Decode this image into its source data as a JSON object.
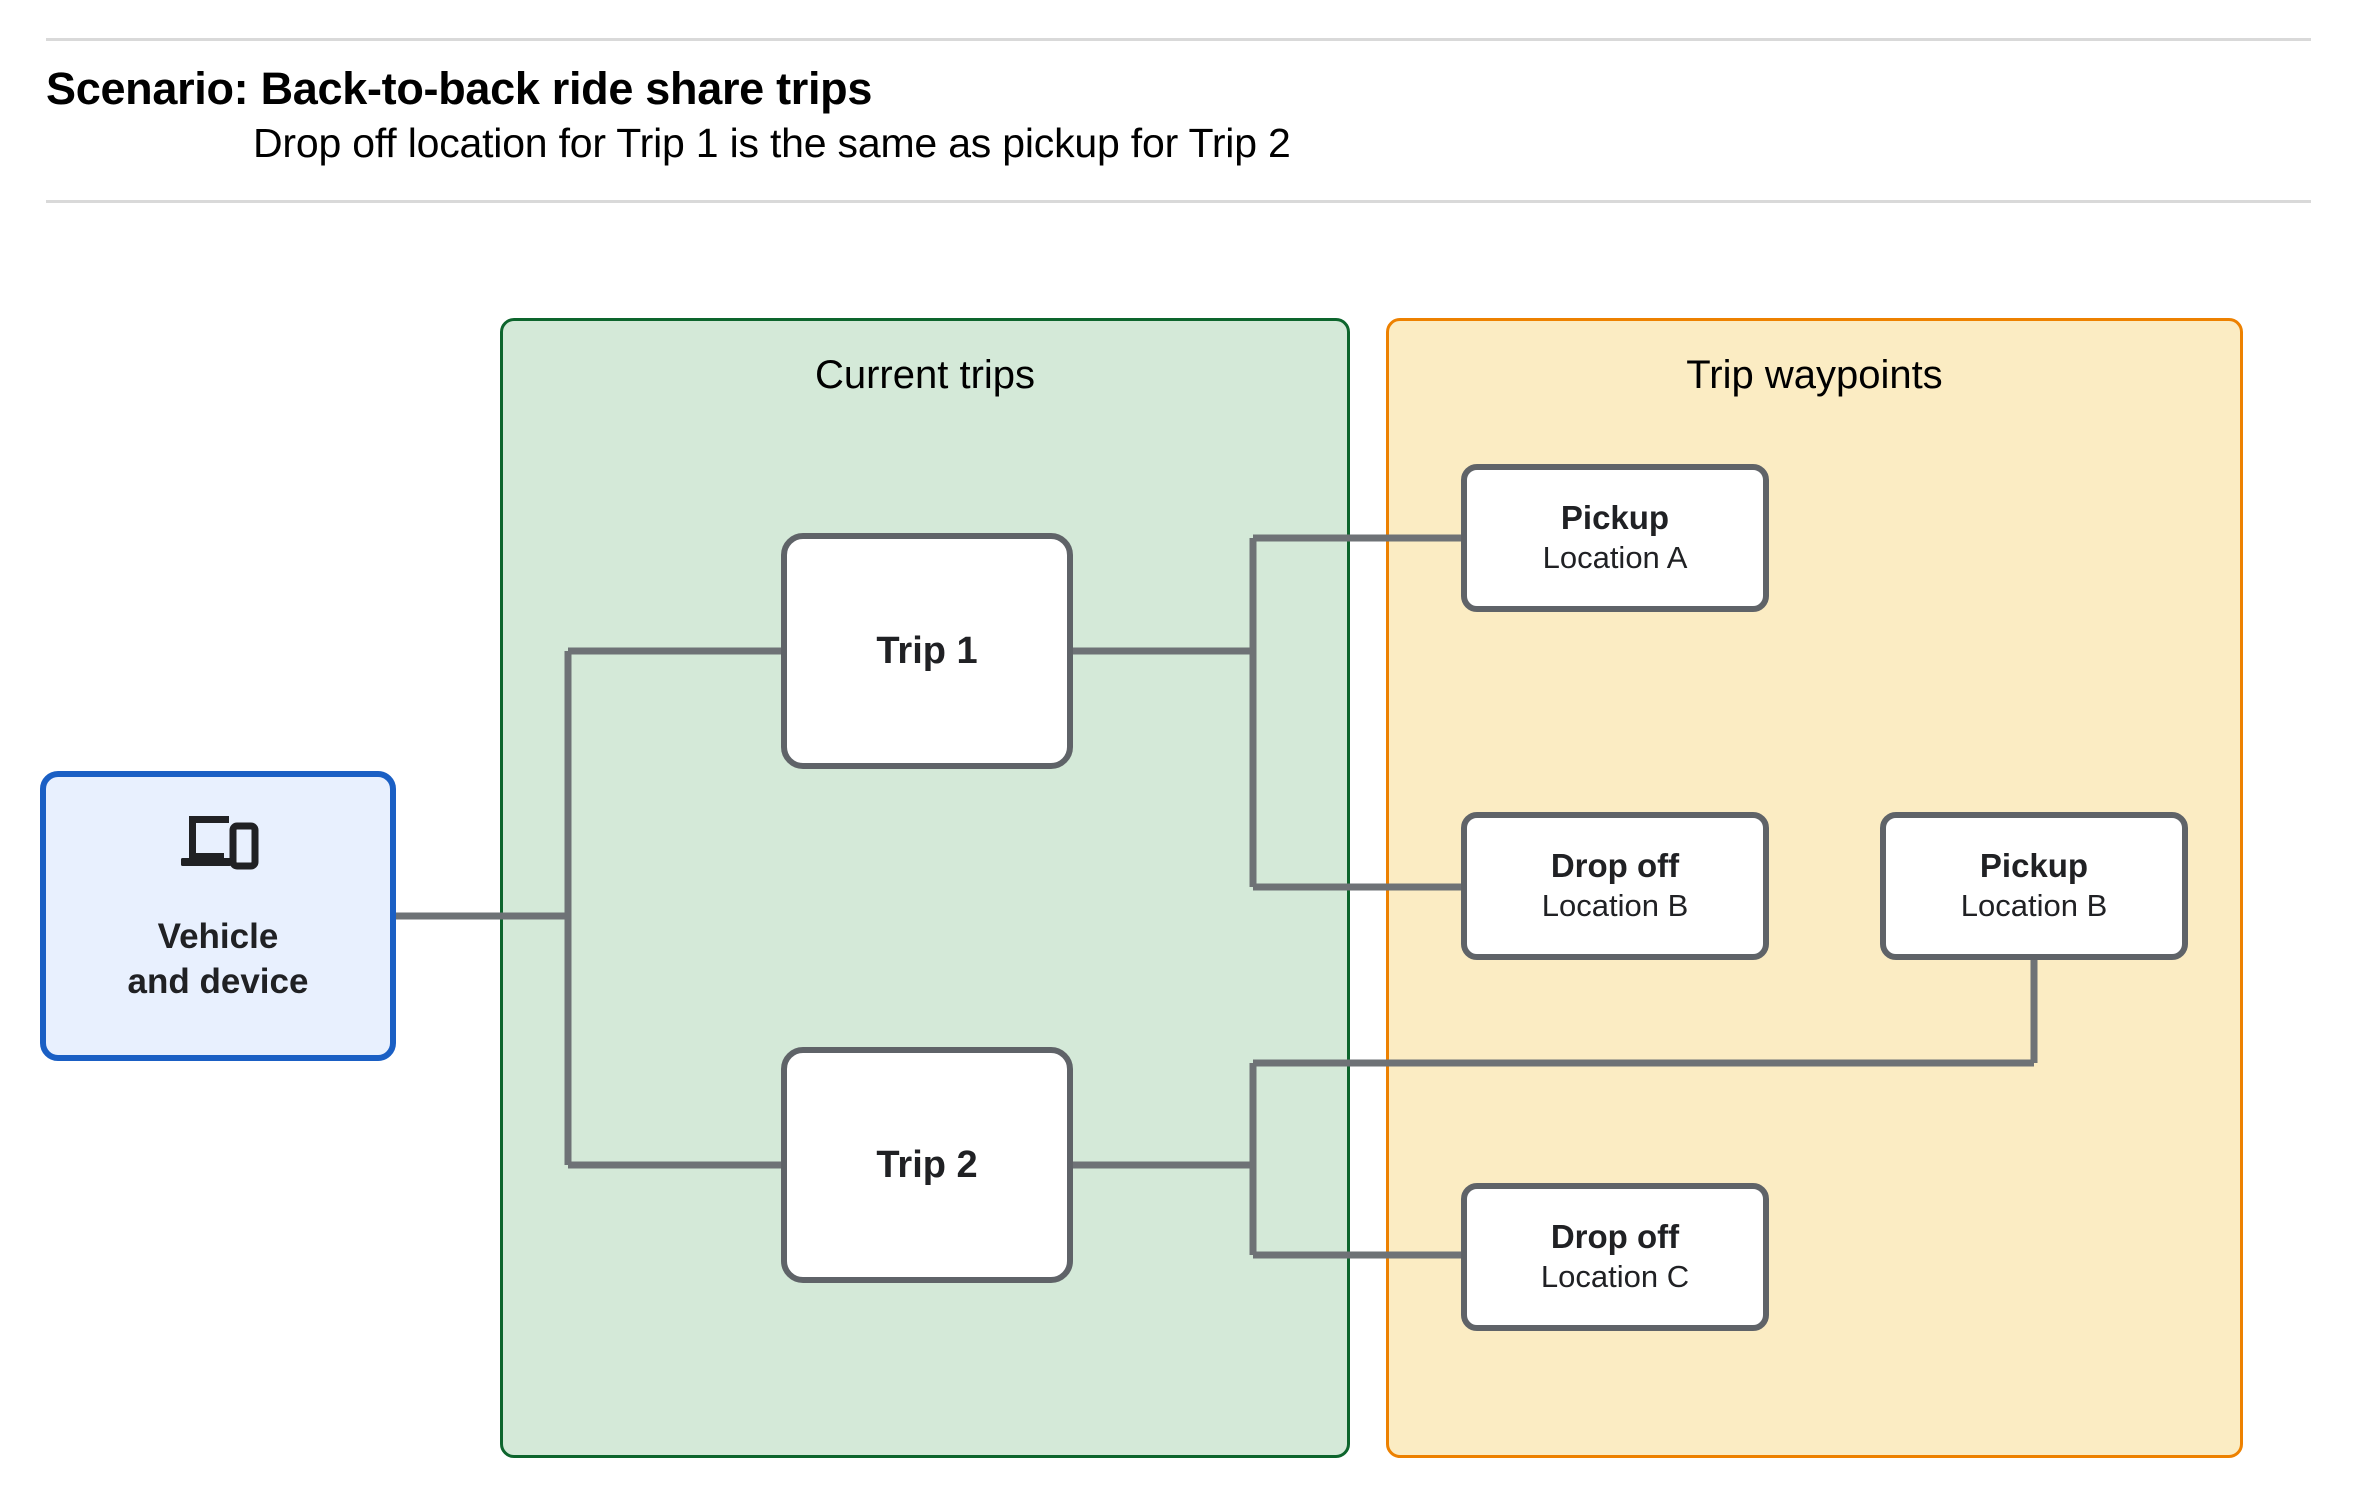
{
  "header": {
    "title": "Scenario: Back-to-back ride share trips",
    "subtitle": "Drop off  location for Trip 1 is the same as pickup for Trip 2"
  },
  "groups": {
    "current_trips": {
      "title": "Current trips"
    },
    "trip_waypoints": {
      "title": "Trip waypoints"
    }
  },
  "vehicle": {
    "icon": "devices-icon",
    "label": "Vehicle\nand device"
  },
  "trips": [
    {
      "label": "Trip 1"
    },
    {
      "label": "Trip 2"
    }
  ],
  "waypoints": [
    {
      "kind": "Pickup",
      "location": "Location A"
    },
    {
      "kind": "Drop off",
      "location": "Location B"
    },
    {
      "kind": "Pickup",
      "location": "Location B"
    },
    {
      "kind": "Drop off",
      "location": "Location C"
    }
  ],
  "colors": {
    "current_trips_fill": "#d4e9d8",
    "current_trips_border": "#0d652d",
    "trip_waypoints_fill": "#fbecc3",
    "trip_waypoints_border": "#ed8100",
    "vehicle_fill": "#e8f0fe",
    "vehicle_border": "#1a5fc4",
    "node_border": "#5f6368",
    "node_fill": "#ffffff",
    "connector": "#6e7276",
    "rule": "#d9d9d9"
  }
}
